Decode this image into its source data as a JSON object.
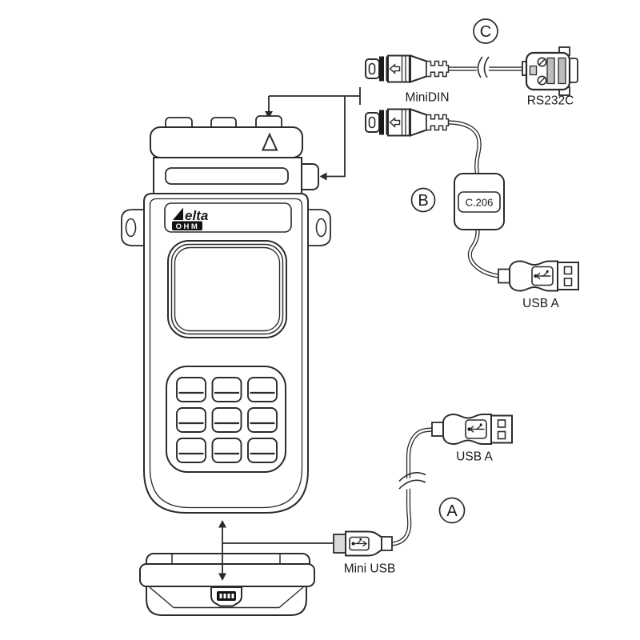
{
  "diagram": {
    "device": {
      "brand_italic": "elta",
      "brand_box": "OHM"
    },
    "callouts": {
      "a": "A",
      "b": "B",
      "c": "C"
    },
    "labels": {
      "minidin": "MiniDIN",
      "rs232c": "RS232C",
      "adapter_model": "C.206",
      "usb_a": "USB A",
      "mini_usb": "Mini USB"
    },
    "colors": {
      "line": "#2b2b2b",
      "text": "#1a1a1a",
      "connector_gray": "#bdbdbd",
      "light_gray": "#d9d9d9",
      "logo_black": "#111111",
      "background": "#ffffff"
    }
  }
}
